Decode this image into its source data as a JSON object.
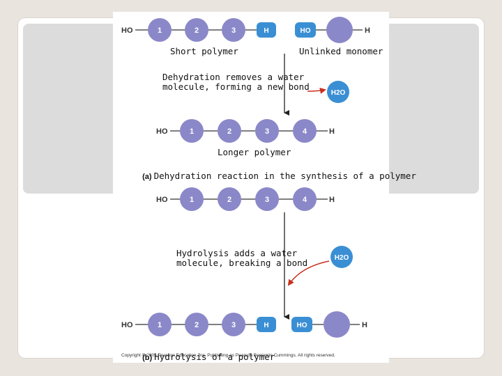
{
  "figure": {
    "panel_a": {
      "chain_short": {
        "end_left": "HO",
        "units": [
          "1",
          "2",
          "3"
        ],
        "end_right": "H"
      },
      "monomer": {
        "end_left": "HO",
        "unit": "",
        "end_right": "H"
      },
      "label_short": "Short polymer",
      "label_monomer": "Unlinked monomer",
      "step_line1": "Dehydration removes a water",
      "step_line2": "molecule, forming a new bond",
      "water": "H2O",
      "chain_long": {
        "end_left": "HO",
        "units": [
          "1",
          "2",
          "3",
          "4"
        ],
        "end_right": "H"
      },
      "label_long": "Longer polymer",
      "caption_tag": "(a)",
      "caption": "Dehydration reaction in the synthesis of a polymer"
    },
    "panel_b": {
      "chain_long": {
        "end_left": "HO",
        "units": [
          "1",
          "2",
          "3",
          "4"
        ],
        "end_right": "H"
      },
      "step_line1": "Hydrolysis adds a water",
      "step_line2": "molecule, breaking a bond",
      "water": "H2O",
      "chain_short": {
        "end_left": "HO",
        "units": [
          "1",
          "2",
          "3"
        ],
        "end_right": "H"
      },
      "monomer": {
        "end_left": "HO",
        "unit": "",
        "end_right": "H"
      },
      "caption_tag": "(b)",
      "caption": "Hydrolysis of a polymer"
    },
    "copyright": "Copyright © 2005 Pearson Education, Inc. Publishing as Pearson Benjamin Cummings. All rights reserved."
  },
  "colors": {
    "monomer_fill": "#8b88c9",
    "bond_tag_fill": "#3a8fd4",
    "water_fill": "#3a8fd4",
    "arrow_red": "#c8301e",
    "slide_panel": "#dcdcdc"
  }
}
